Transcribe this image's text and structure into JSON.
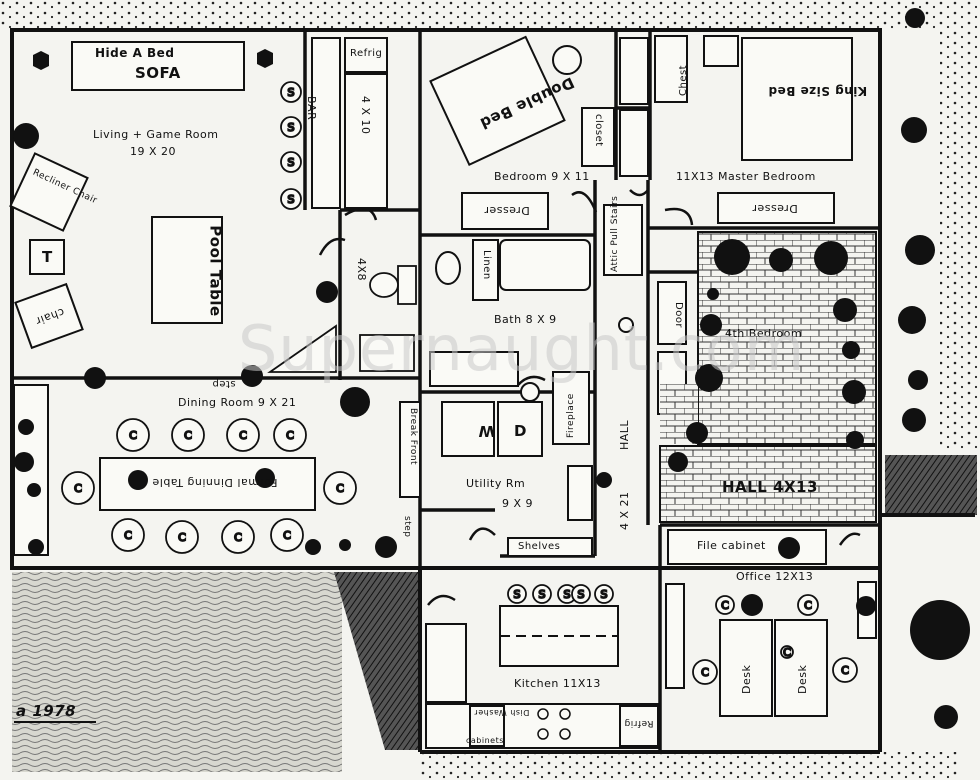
{
  "rooms": {
    "living": {
      "name": "Living + Game Room",
      "size": "19 X 20"
    },
    "bar": "BAR",
    "bar_size": "4 X 10",
    "refrig_bar": "Refrig",
    "bedroom": {
      "name": "Bedroom 9 X 11"
    },
    "master": {
      "name": "11X13 Master Bedroom"
    },
    "bath": "Bath 8 X 9",
    "half_bath": "4X8",
    "dining": "Dining Room 9 X 21",
    "utility": "Utility Rm",
    "utility_size": "9 X 9",
    "hall": "HALL",
    "hall_size": "4 X 21",
    "hall_east": "HALL 4X13",
    "office": "Office 12X13",
    "kitchen": "Kitchen 11X13",
    "fourth_bedroom": "4th Bedroom"
  },
  "furniture": {
    "sofa_line1": "Hide A Bed",
    "sofa_line2": "SOFA",
    "recliner": "Recliner Chair",
    "pool_table": "Pool Table",
    "chair": "chair",
    "table_t": "T",
    "double_bed": "Double Bed",
    "king_bed": "King Size Bed",
    "chest": "Chest",
    "closet": "closet",
    "dresser": "Dresser",
    "linen": "Linen",
    "attic": "Attic Pull Stairs",
    "door": "Door",
    "fireplace": "Fireplace",
    "formal_table": "Formal Dinning Table",
    "break_front": "Break Front",
    "step": "step",
    "shelves": "Shelves",
    "file_cabinet": "File cabinet",
    "desk": "Desk",
    "refrig_kitchen": "Refrig",
    "dish_washer": "Dish Washer",
    "cabinets": "cabinets",
    "chair_c": "C",
    "stool_s": "S",
    "washer_w": "W",
    "dryer_d": "D"
  },
  "date_label": "a 1978",
  "watermark": "Supernaught.com"
}
